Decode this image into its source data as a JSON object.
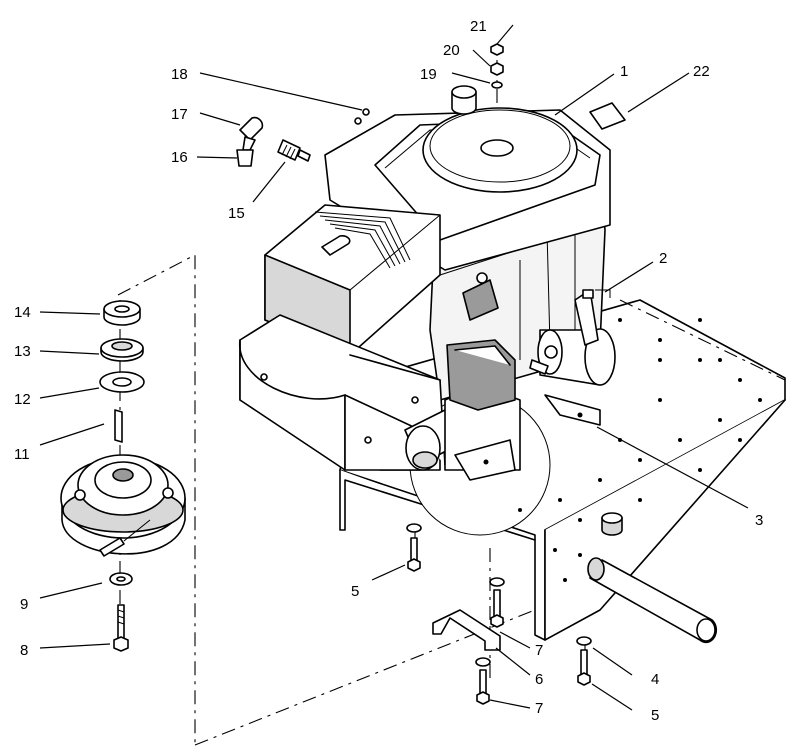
{
  "callouts": [
    {
      "id": "1",
      "label": "1"
    },
    {
      "id": "2",
      "label": "2"
    },
    {
      "id": "3",
      "label": "3"
    },
    {
      "id": "4",
      "label": "4"
    },
    {
      "id": "5a",
      "label": "5"
    },
    {
      "id": "5b",
      "label": "5"
    },
    {
      "id": "6",
      "label": "6"
    },
    {
      "id": "7a",
      "label": "7"
    },
    {
      "id": "7b",
      "label": "7"
    },
    {
      "id": "8",
      "label": "8"
    },
    {
      "id": "9",
      "label": "9"
    },
    {
      "id": "11",
      "label": "11"
    },
    {
      "id": "12",
      "label": "12"
    },
    {
      "id": "13",
      "label": "13"
    },
    {
      "id": "14",
      "label": "14"
    },
    {
      "id": "15",
      "label": "15"
    },
    {
      "id": "16",
      "label": "16"
    },
    {
      "id": "17",
      "label": "17"
    },
    {
      "id": "18",
      "label": "18"
    },
    {
      "id": "19",
      "label": "19"
    },
    {
      "id": "20",
      "label": "20"
    },
    {
      "id": "21",
      "label": "21"
    },
    {
      "id": "22",
      "label": "22"
    }
  ]
}
